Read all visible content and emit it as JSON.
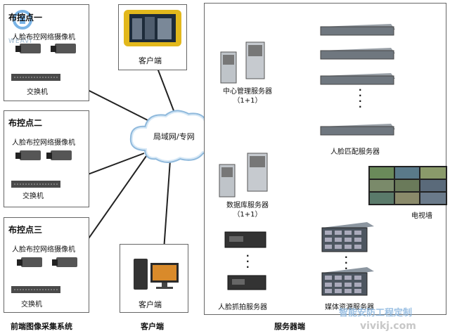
{
  "zones": {
    "frontend": {
      "label": "前端图像采集系统"
    },
    "client": {
      "label": "客户端"
    },
    "server": {
      "label": "服务器端"
    }
  },
  "control_points": [
    {
      "title": "布控点一",
      "camera_label": "人脸布控网络摄像机",
      "switch_label": "交换机"
    },
    {
      "title": "布控点二",
      "camera_label": "人脸布控网络摄像机",
      "switch_label": "交换机"
    },
    {
      "title": "布控点三",
      "camera_label": "人脸布控网络摄像机",
      "switch_label": "交换机"
    }
  ],
  "network": {
    "label": "局域网/专网"
  },
  "clients": {
    "tablet_label": "客户端",
    "pc_label": "客户端"
  },
  "servers": {
    "center_mgmt": {
      "label": "中心管理服务器",
      "sub": "（1+1）"
    },
    "database": {
      "label": "数据库服务器",
      "sub": "（1+1）"
    },
    "face_match": {
      "label": "人脸匹配服务器"
    },
    "face_capture": {
      "label": "人脸抓拍服务器"
    },
    "media": {
      "label": "媒体资源服务器"
    },
    "video_wall": {
      "label": "电视墙"
    }
  },
  "watermark": {
    "line1": "智能安防工程定制",
    "line2": "vivikj.com"
  },
  "logo": {
    "text": "WEAVI"
  },
  "colors": {
    "accent_green": "#3d9a22",
    "rack_line": "#222222",
    "wall_link": "#4a3fb0"
  }
}
